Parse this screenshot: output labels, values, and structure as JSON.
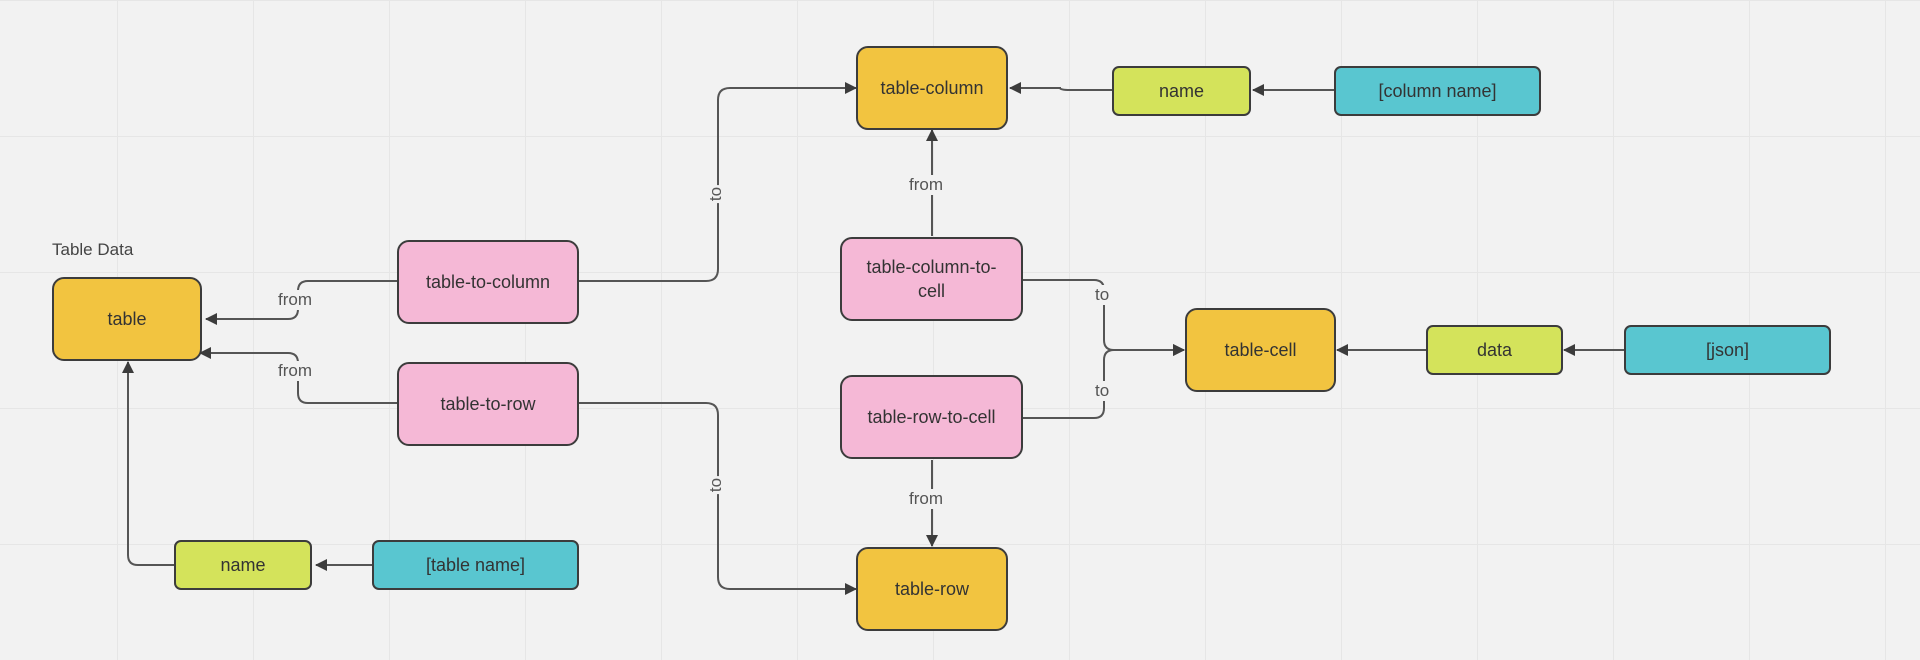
{
  "frame": {
    "title": "Table Data"
  },
  "nodes": {
    "table": "table",
    "table_column": "table-column",
    "table_row": "table-row",
    "table_cell": "table-cell",
    "table_to_column": "table-to-column",
    "table_to_row": "table-to-row",
    "table_column_to_cell": "table-column-to-cell",
    "table_row_to_cell": "table-row-to-cell",
    "table_name_attr": "name",
    "column_name_attr": "name",
    "data_attr": "data",
    "table_name_value": "[table name]",
    "column_name_value": "[column name]",
    "json_value": "[json]"
  },
  "edge_labels": {
    "from_table_to_column": "from",
    "from_table_to_row": "from",
    "to_table_to_column": "to",
    "to_table_to_row": "to",
    "from_column_to_cell": "from",
    "from_row_to_cell": "from",
    "to_column_to_cell": "to",
    "to_row_to_cell": "to"
  },
  "colors": {
    "entity": "#f2c440",
    "relation": "#f5b8d6",
    "attribute": "#d4e35b",
    "value": "#59c6d0",
    "connector": "#3c3c3c",
    "background": "#f2f2f2"
  }
}
